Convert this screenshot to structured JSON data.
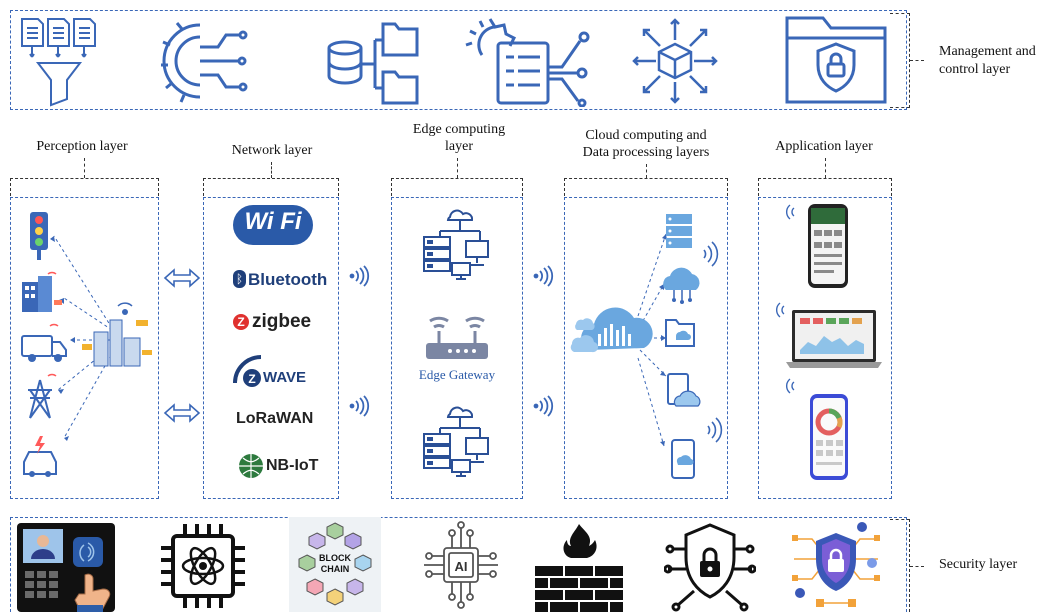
{
  "management": {
    "label_line1": "Management and",
    "label_line2": "control layer"
  },
  "security": {
    "label": "Security layer"
  },
  "layers": {
    "perception": "Perception layer",
    "network": "Network layer",
    "edge_line1": "Edge computing",
    "edge_line2": "layer",
    "cloud_line1": "Cloud computing and",
    "cloud_line2": "Data processing layers",
    "application": "Application layer"
  },
  "network_tech": {
    "wifi": "Wi Fi",
    "bluetooth": "Bluetooth",
    "zigbee": "zigbee",
    "zwave": "WAVE",
    "lorawan": "LoRaWAN",
    "nbiot": "NB-IoT"
  },
  "edge": {
    "gateway_label": "Edge Gateway"
  },
  "security_icons": {
    "blockchain_line1": "BLOCK",
    "blockchain_line2": "CHAIN",
    "ai_label": "AI"
  },
  "icons": {
    "management": [
      "data-filter-icon",
      "gear-circuit-icon",
      "database-folders-icon",
      "gear-document-icon",
      "cube-expand-icon",
      "folder-lock-icon"
    ],
    "perception": [
      "traffic-light-icon",
      "smart-building-icon",
      "delivery-truck-icon",
      "power-tower-icon",
      "electric-car-icon",
      "smart-city-hub-icon"
    ],
    "cloud": [
      "server-icon",
      "cloud-network-icon",
      "cloud-folder-icon",
      "cloud-tablet-icon",
      "cloud-phone-icon",
      "big-cloud-icon"
    ],
    "application": [
      "smartphone-app-icon",
      "laptop-dashboard-icon",
      "smartphone-chart-icon"
    ],
    "security": [
      "biometric-scanner-icon",
      "atom-chip-icon",
      "blockchain-icon",
      "ai-chip-icon",
      "firewall-icon",
      "shield-lock-icon",
      "shield-network-icon"
    ]
  },
  "colors": {
    "accent_blue": "#3a67b7",
    "dark": "#222222",
    "light_blue": "#7fb2e3"
  }
}
